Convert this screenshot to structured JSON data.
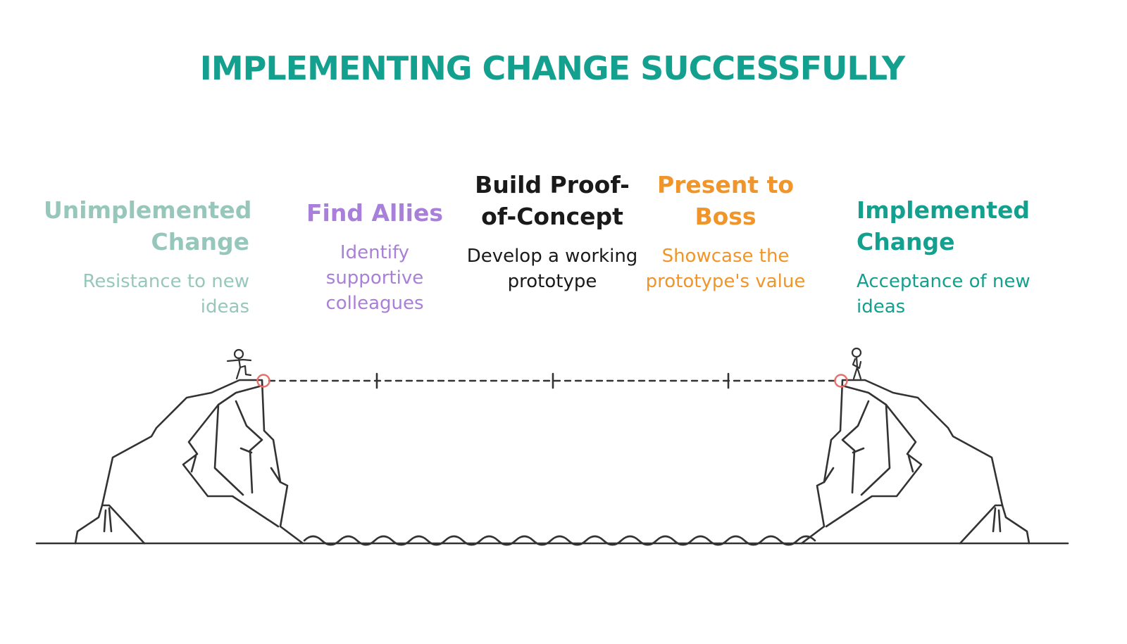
{
  "title": "IMPLEMENTING CHANGE SUCCESSFULLY",
  "stages": [
    {
      "heading": "Unimplemented Change",
      "description": "Resistance to new ideas",
      "color": "#97c7bb"
    },
    {
      "heading": "Find Allies",
      "description": "Identify supportive colleagues",
      "color": "#a87fd9"
    },
    {
      "heading": "Build Proof-of-Concept",
      "description": "Develop a working prototype",
      "color": "#1a1a1a"
    },
    {
      "heading": "Present to Boss",
      "description": "Showcase the prototype's value",
      "color": "#f0952a"
    },
    {
      "heading": "Implemented Change",
      "description": "Acceptance of new ideas",
      "color": "#14a08e"
    }
  ],
  "colors": {
    "line": "#333333",
    "marker": "#e8706a"
  },
  "icons": [
    "person-stepping-icon",
    "person-standing-icon",
    "cliff-left-icon",
    "cliff-right-icon",
    "water-waves-icon"
  ]
}
